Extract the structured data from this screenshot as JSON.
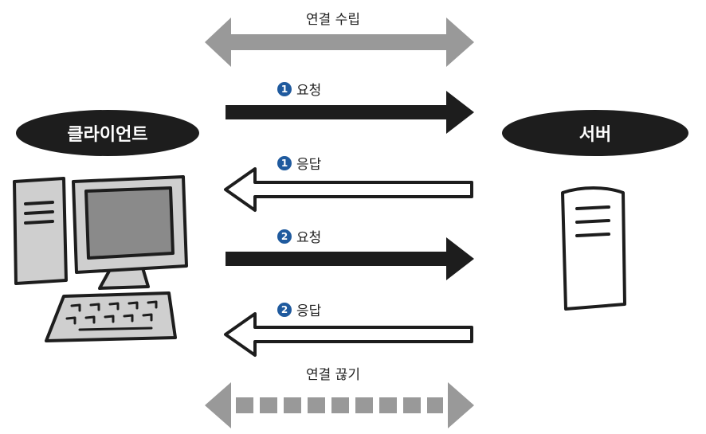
{
  "connect_label": "연결 수립",
  "disconnect_label": "연결 끊기",
  "client_label": "클라이언트",
  "server_label": "서버",
  "steps": [
    {
      "number": "1",
      "text": "요청"
    },
    {
      "number": "1",
      "text": "응답"
    },
    {
      "number": "2",
      "text": "요청"
    },
    {
      "number": "2",
      "text": "응답"
    }
  ],
  "colors": {
    "arrow_gray": "#999999",
    "arrow_dark": "#1d1d1d",
    "badge": "#1f5a9e"
  }
}
